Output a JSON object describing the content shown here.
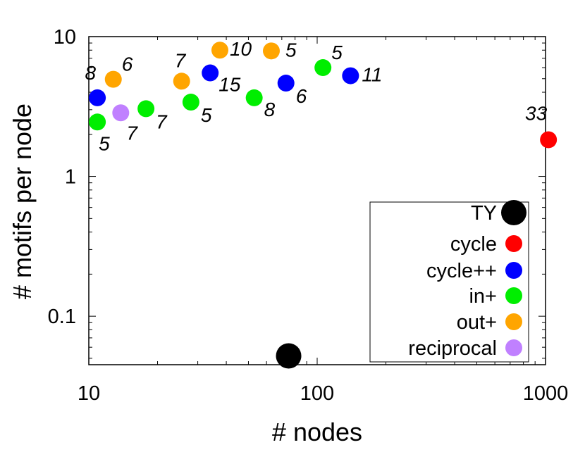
{
  "chart_data": {
    "type": "scatter",
    "xlabel": "# nodes",
    "ylabel": "# motifs per node",
    "x_scale": "log",
    "y_scale": "log",
    "xlim": [
      10,
      1000
    ],
    "ylim": [
      0.045,
      10
    ],
    "x_ticks": [
      "10",
      "100",
      "1000"
    ],
    "y_ticks": [
      "10",
      "1",
      "0.1"
    ],
    "grid": false,
    "legend_position": "bottom-right",
    "colors": {
      "TY": "#000000",
      "cycle": "#ff0000",
      "cycle++": "#0000ff",
      "in+": "#00ee00",
      "out+": "#ffa500",
      "reciprocal": "#c080ff"
    },
    "series": [
      {
        "name": "TY",
        "points": [
          {
            "x": 75,
            "y": 0.052,
            "label": ""
          }
        ]
      },
      {
        "name": "cycle",
        "points": [
          {
            "x": 1030,
            "y": 1.83,
            "label": "33"
          }
        ]
      },
      {
        "name": "cycle++",
        "points": [
          {
            "x": 10.9,
            "y": 3.65,
            "label": "8"
          },
          {
            "x": 34,
            "y": 5.5,
            "label": "15"
          },
          {
            "x": 73,
            "y": 4.65,
            "label": "6"
          },
          {
            "x": 140,
            "y": 5.25,
            "label": "11"
          }
        ]
      },
      {
        "name": "in+",
        "points": [
          {
            "x": 10.9,
            "y": 2.45,
            "label": "5"
          },
          {
            "x": 17.8,
            "y": 3.05,
            "label": "7"
          },
          {
            "x": 28,
            "y": 3.4,
            "label": "5"
          },
          {
            "x": 53,
            "y": 3.65,
            "label": "8"
          },
          {
            "x": 106,
            "y": 6.0,
            "label": "5"
          }
        ]
      },
      {
        "name": "out+",
        "points": [
          {
            "x": 12.8,
            "y": 4.95,
            "label": "6"
          },
          {
            "x": 25.5,
            "y": 4.8,
            "label": "7"
          },
          {
            "x": 37.5,
            "y": 8.0,
            "label": "10"
          },
          {
            "x": 63,
            "y": 7.9,
            "label": "5"
          }
        ]
      },
      {
        "name": "reciprocal",
        "points": [
          {
            "x": 13.8,
            "y": 2.85,
            "label": "7"
          }
        ]
      }
    ],
    "legend": [
      {
        "name": "TY",
        "label": "TY"
      },
      {
        "name": "cycle",
        "label": "cycle"
      },
      {
        "name": "cycle++",
        "label": "cycle++"
      },
      {
        "name": "in+",
        "label": "in+"
      },
      {
        "name": "out+",
        "label": "out+"
      },
      {
        "name": "reciprocal",
        "label": "reciprocal"
      }
    ]
  }
}
